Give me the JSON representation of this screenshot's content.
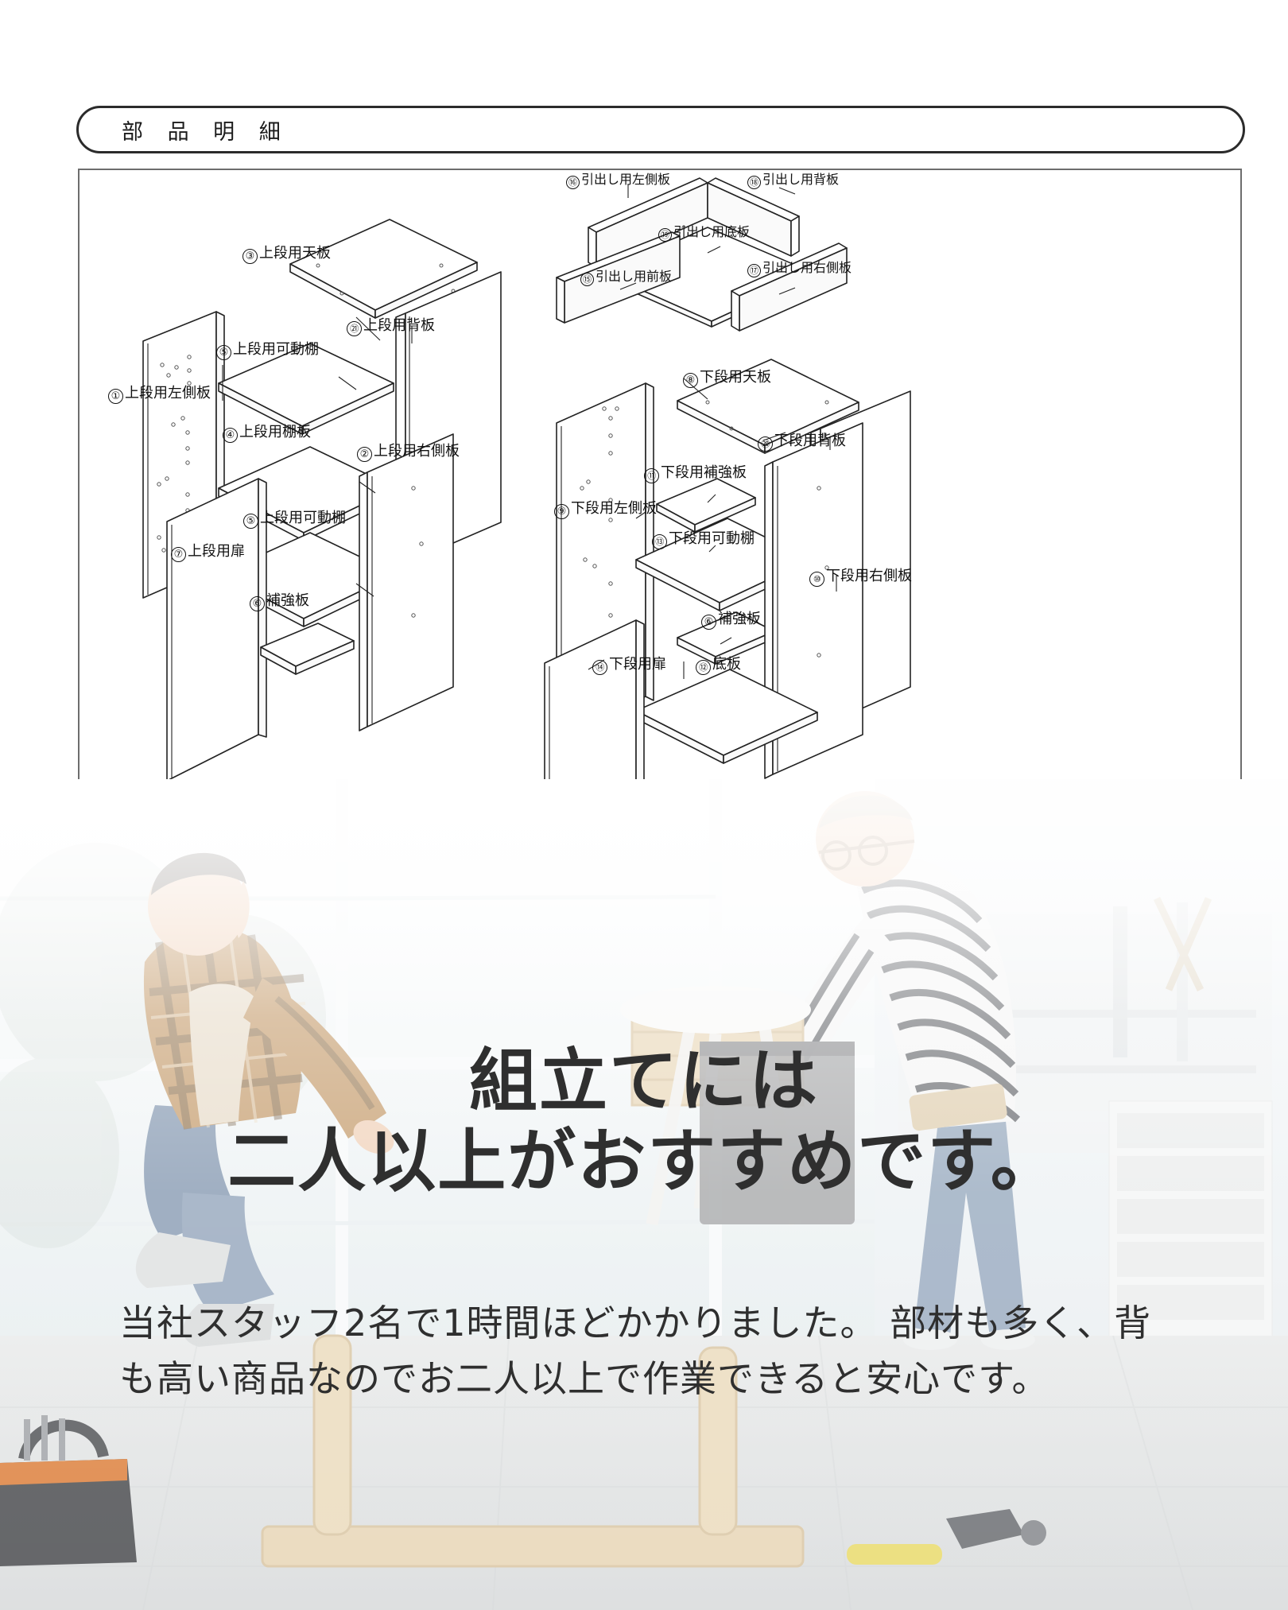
{
  "header": {
    "title": "部 品 明 細"
  },
  "parts_diagram": {
    "upper_unit": [
      {
        "id": "1",
        "marker": "①",
        "label": "上段用左側板"
      },
      {
        "id": "2",
        "marker": "②",
        "label": "上段用右側板"
      },
      {
        "id": "3",
        "marker": "③",
        "label": "上段用天板"
      },
      {
        "id": "4",
        "marker": "④",
        "label": "上段用棚板"
      },
      {
        "id": "5a",
        "marker": "⑤",
        "label": "上段用可動棚"
      },
      {
        "id": "5b",
        "marker": "⑤",
        "label": "上段用可動棚"
      },
      {
        "id": "6a",
        "marker": "⑥",
        "label": "補強板"
      },
      {
        "id": "7",
        "marker": "⑦",
        "label": "上段用扉"
      },
      {
        "id": "21",
        "marker": "㉑",
        "label": "上段用背板"
      }
    ],
    "drawer_unit": [
      {
        "id": "15",
        "marker": "⑮",
        "label": "引出し用前板"
      },
      {
        "id": "16",
        "marker": "⑯",
        "label": "引出し用左側板"
      },
      {
        "id": "17",
        "marker": "⑰",
        "label": "引出し用右側板"
      },
      {
        "id": "18",
        "marker": "⑱",
        "label": "引出し用背板"
      },
      {
        "id": "19",
        "marker": "⑲",
        "label": "引出し用底板"
      }
    ],
    "lower_unit": [
      {
        "id": "8",
        "marker": "⑧",
        "label": "下段用天板"
      },
      {
        "id": "9",
        "marker": "⑨",
        "label": "下段用左側板"
      },
      {
        "id": "10",
        "marker": "⑩",
        "label": "下段用右側板"
      },
      {
        "id": "11",
        "marker": "⑪",
        "label": "下段用補強板"
      },
      {
        "id": "12",
        "marker": "⑫",
        "label": "底板"
      },
      {
        "id": "13",
        "marker": "⑬",
        "label": "下段用可動棚"
      },
      {
        "id": "14",
        "marker": "⑭",
        "label": "下段用扉"
      },
      {
        "id": "6b",
        "marker": "⑥",
        "label": "補強板"
      },
      {
        "id": "20",
        "marker": "⑳",
        "label": "下段用背板"
      }
    ]
  },
  "labels": {
    "l1_num": "①",
    "l1_text": "上段用左側板",
    "l2_num": "②",
    "l2_text": "上段用右側板",
    "l3_num": "③",
    "l3_text": "上段用天板",
    "l4_num": "④",
    "l4_text": "上段用棚板",
    "l5a_num": "⑤",
    "l5a_text": "上段用可動棚",
    "l5b_num": "⑤",
    "l5b_text": "上段用可動棚",
    "l6a_num": "⑥",
    "l6a_text": "補強板",
    "l7_num": "⑦",
    "l7_text": "上段用扉",
    "l21_num": "㉑",
    "l21_text": "上段用背板",
    "l15_num": "⑮",
    "l15_text": "引出し用前板",
    "l16_num": "⑯",
    "l16_text": "引出し用左側板",
    "l17_num": "⑰",
    "l17_text": "引出し用右側板",
    "l18_num": "⑱",
    "l18_text": "引出し用背板",
    "l19_num": "⑲",
    "l19_text": "引出し用底板",
    "l8_num": "⑧",
    "l8_text": "下段用天板",
    "l9_num": "⑨",
    "l9_text": "下段用左側板",
    "l10_num": "⑩",
    "l10_text": "下段用右側板",
    "l11_num": "⑪",
    "l11_text": "下段用補強板",
    "l12_num": "⑫",
    "l12_text": "底板",
    "l13_num": "⑬",
    "l13_text": "下段用可動棚",
    "l14_num": "⑭",
    "l14_text": "下段用扉",
    "l6b_num": "⑥",
    "l6b_text": "補強板",
    "l20_num": "⑳",
    "l20_text": "下段用背板"
  },
  "hero": {
    "line1": "組立てには",
    "line2": "二人以上がおすすめです。",
    "body": "当社スタッフ2名で1時間ほどかかりました。 部材も多く、背も高い商品なのでお二人以上で作業できると安心です。"
  },
  "colors": {
    "ink": "#1c1c1c",
    "frame": "#6d6d6d",
    "line": "#222222",
    "hero_text": "#2f2f2f",
    "page_bg": "#ffffff"
  }
}
